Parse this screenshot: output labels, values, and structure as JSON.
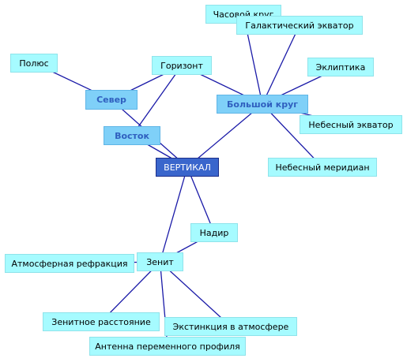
{
  "diagram": {
    "nodes": {
      "center": "ВЕРТИКАЛ",
      "sever": "Север",
      "vostok": "Восток",
      "bolshoy_krug": "Большой круг",
      "polyus": "Полюс",
      "gorizont": "Горизонт",
      "chasovoy_krug": "Часовой круг",
      "galakticheskiy_ekvator": "Галактический экватор",
      "ekliptika": "Эклиптика",
      "nebesny_ekvator": "Небесный экватор",
      "nebesny_meridian": "Небесный меридиан",
      "nadir": "Надир",
      "zenit": "Зенит",
      "atm_refraktsiya": "Атмосферная рефракция",
      "zenitnoe_rasstoyanie": "Зенитное расстояние",
      "ekstinktsiya": "Экстинкция в атмосфере",
      "antenna": "Антенна переменного профиля"
    },
    "edges": [
      [
        "polyus",
        "sever"
      ],
      [
        "sever",
        "gorizont"
      ],
      [
        "sever",
        "center"
      ],
      [
        "vostok",
        "gorizont"
      ],
      [
        "vostok",
        "center"
      ],
      [
        "gorizont",
        "bolshoy_krug"
      ],
      [
        "center",
        "bolshoy_krug"
      ],
      [
        "bolshoy_krug",
        "chasovoy_krug"
      ],
      [
        "bolshoy_krug",
        "galakticheskiy_ekvator"
      ],
      [
        "bolshoy_krug",
        "ekliptika"
      ],
      [
        "bolshoy_krug",
        "nebesny_ekvator"
      ],
      [
        "bolshoy_krug",
        "nebesny_meridian"
      ],
      [
        "center",
        "nadir"
      ],
      [
        "center",
        "zenit"
      ],
      [
        "nadir",
        "zenit"
      ],
      [
        "zenit",
        "atm_refraktsiya"
      ],
      [
        "zenit",
        "zenitnoe_rasstoyanie"
      ],
      [
        "zenit",
        "ekstinktsiya"
      ],
      [
        "zenit",
        "antenna"
      ]
    ],
    "colors": {
      "leaf_fill": "#a6fbff",
      "hub_fill": "#7fd0f8",
      "center_fill": "#3a66cc",
      "edge": "#1a1aa8"
    }
  }
}
